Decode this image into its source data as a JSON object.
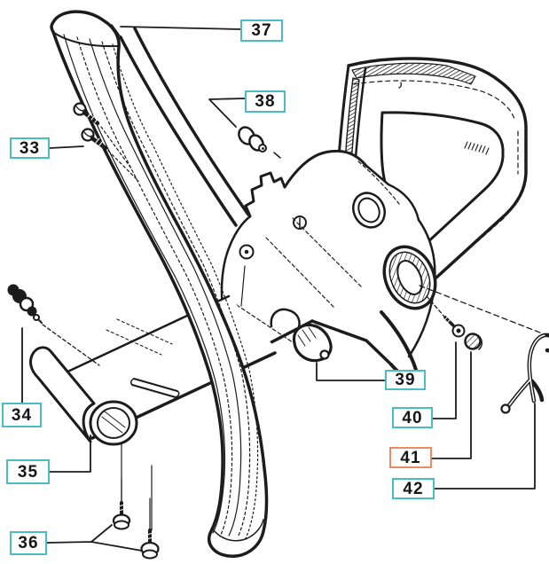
{
  "diagram": {
    "kind": "exploded-parts-diagram",
    "colors": {
      "teal": "#4cbcc3",
      "orange": "#ec8a63",
      "line": "#1c1c1c",
      "background": "#ffffff"
    },
    "callouts": [
      {
        "label": "33",
        "style": "teal"
      },
      {
        "label": "34",
        "style": "teal"
      },
      {
        "label": "35",
        "style": "teal"
      },
      {
        "label": "36",
        "style": "teal"
      },
      {
        "label": "37",
        "style": "teal"
      },
      {
        "label": "38",
        "style": "teal"
      },
      {
        "label": "39",
        "style": "teal"
      },
      {
        "label": "40",
        "style": "teal"
      },
      {
        "label": "41",
        "style": "orange"
      },
      {
        "label": "42",
        "style": "teal"
      }
    ]
  }
}
